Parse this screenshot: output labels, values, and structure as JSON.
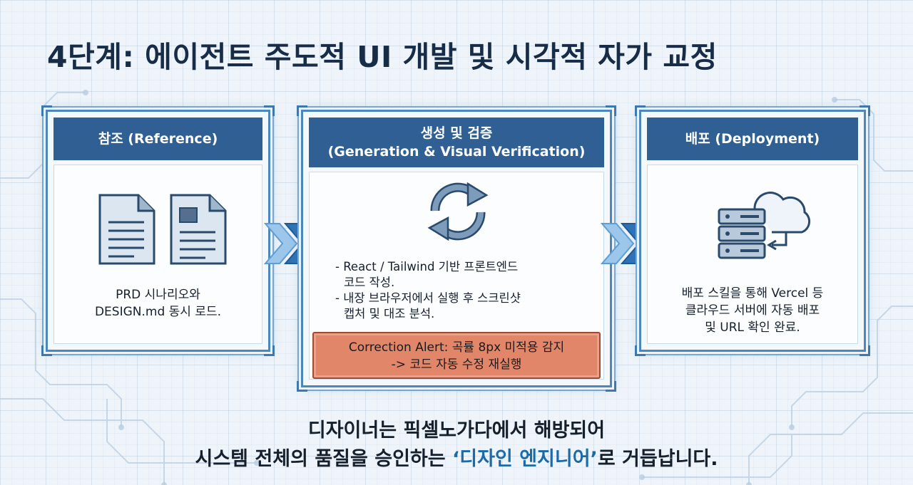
{
  "title": "4단계: 에이전트 주도적 UI 개발 및 시각적 자가 교정",
  "panels": {
    "reference": {
      "header": "참조 (Reference)",
      "caption_line1": "PRD 시나리오와",
      "caption_line2": "DESIGN.md 동시 로드.",
      "icons": [
        "document-icon",
        "document-image-icon"
      ]
    },
    "generation": {
      "header_line1": "생성 및 검증",
      "header_line2": "(Generation & Visual Verification)",
      "icon": "refresh-cycle-icon",
      "bullet1_line1": "- React / Tailwind 기반 프론트엔드",
      "bullet1_line2": "코드 작성.",
      "bullet2_line1": "- 내장 브라우저에서 실행 후 스크린샷",
      "bullet2_line2": "캡처 및 대조 분석.",
      "alert_line1": "Correction Alert: 곡률 8px 미적용 감지",
      "alert_line2": "-> 코드 자동 수정 재실행"
    },
    "deployment": {
      "header": "배포 (Deployment)",
      "icon": "server-cloud-icon",
      "caption_line1": "배포 스킬을 통해 Vercel 등",
      "caption_line2": "클라우드 서버에 자동 배포",
      "caption_line3": "및 URL 확인 완료."
    }
  },
  "footer": {
    "line1": "디자이너는 픽셀노가다에서 해방되어",
    "line2_before": "시스템 전체의 품질을 승인하는 ",
    "line2_highlight": "‘디자인 엔지니어’",
    "line2_after": "로 거듭납니다."
  },
  "colors": {
    "title": "#172c46",
    "header_bg": "#2f5f93",
    "panel_border": "#4d86b8",
    "alert_bg": "#e2866a",
    "highlight": "#1d6aa8"
  }
}
